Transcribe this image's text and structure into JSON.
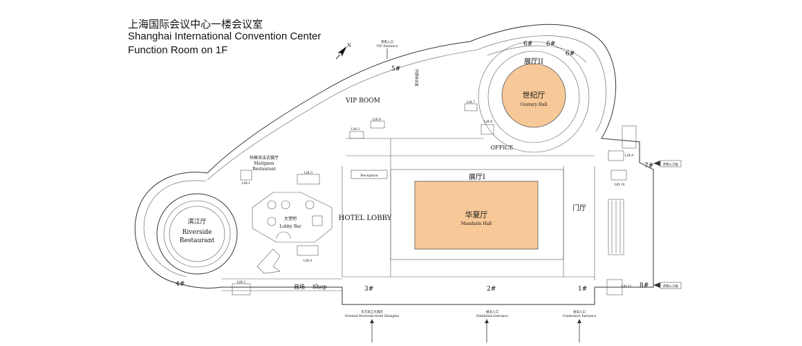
{
  "header": {
    "title_cn": "上海国际会议中心一楼会议室",
    "title_en": "Shanghai International Convention Center",
    "subtitle_en": "Function Room on 1F"
  },
  "compass": {
    "label": "N"
  },
  "colors": {
    "hall_fill": "#f7c898",
    "walls": "#333333"
  },
  "rooms": {
    "century_cn": "世纪厅",
    "century_en": "Century Hall",
    "zhanting2": "展厅II",
    "mandarin_cn": "华夏厅",
    "mandarin_en": "Mandarin Hall",
    "zhanting1": "展厅I",
    "menting": "门厅",
    "hotel_lobby": "HOTEL LOBBY",
    "vip_room": "VIP ROOM",
    "office": "OFFICE",
    "riverside_cn": "滨江厅",
    "riverside_en1": "Riverside",
    "riverside_en2": "Restaurant",
    "matignon_cn": "玛蒂浓法式餐厅",
    "matignon_en1": "Matignon",
    "matignon_en2": "Restaurant",
    "lobby_bar_cn": "大堂吧",
    "lobby_bar_en": "Lobby Bar",
    "shop_cn": "商场",
    "shop_en": "Shop",
    "reception": "Reception",
    "inner_meeting": "内部会议室"
  },
  "lifts": [
    "Lift.1",
    "Lift.2",
    "Lift.3",
    "Lift.4",
    "Lift.5",
    "Lift.6",
    "Lift.7",
    "Lift.8",
    "Lift.9",
    "Lift.10",
    "Lift.11"
  ],
  "doors": {
    "d1": "1#",
    "d2": "2#",
    "d3": "3#",
    "d4": "4#",
    "d5": "5#",
    "d6a": "6#",
    "d6b": "6#",
    "d6c": "6#",
    "d7": "7#",
    "d8": "8#"
  },
  "entrances": {
    "hotel_cn": "东方滨江大酒店",
    "hotel_en": "Oriental Riverside Hotel Shanghai",
    "exhibition_cn": "展览入口",
    "exhibition_en": "Exhibition Entrance",
    "conference_cn": "会议入口",
    "conference_en": "Conference Entrance",
    "vip_cn": "贵宾入口",
    "vip_en": "VIP. Entrance",
    "cargo1": "货物入口处",
    "cargo2": "货物入口处"
  }
}
